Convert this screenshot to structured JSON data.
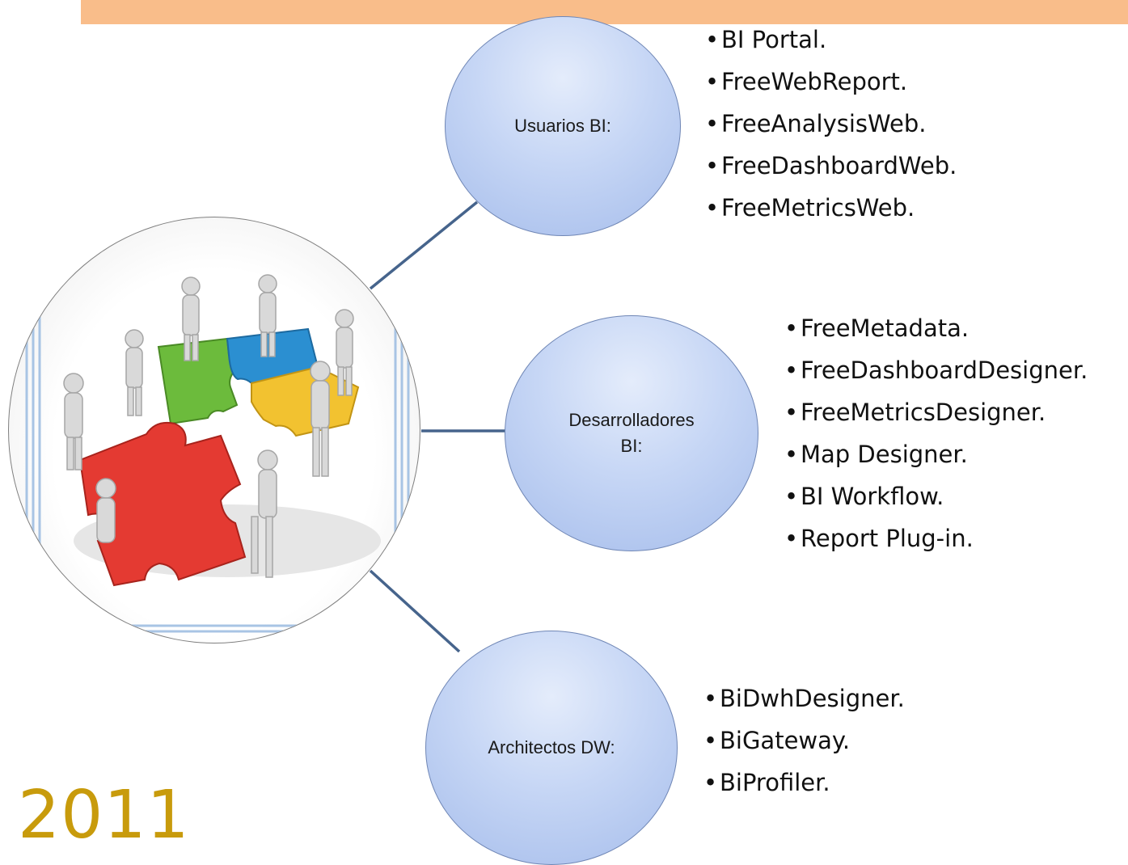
{
  "header_bar_color": "#f9bd8a",
  "connector_color": "#46648c",
  "node_fill_color": "#b3c7ef",
  "hub": {
    "image_icon": "team-puzzle-icon"
  },
  "nodes": [
    {
      "id": "usuarios",
      "label": "Usuarios BI:"
    },
    {
      "id": "desarrolladores",
      "label_line1": "Desarrolladores",
      "label_line2": "BI:"
    },
    {
      "id": "architectos",
      "label": "Architectos DW:"
    }
  ],
  "lists": {
    "usuarios": [
      "BI Portal.",
      "FreeWebReport.",
      "FreeAnalysisWeb.",
      "FreeDashboardWeb.",
      "FreeMetricsWeb."
    ],
    "desarrolladores": [
      "FreeMetadata.",
      "FreeDashboardDesigner.",
      "FreeMetricsDesigner.",
      "Map Designer.",
      "BI Workflow.",
      "Report Plug-in."
    ],
    "architectos": [
      "BiDwhDesigner.",
      "BiGateway.",
      "BiProfiler."
    ]
  },
  "bullet": "•",
  "year": "2011",
  "year_color": "#c89b0c"
}
